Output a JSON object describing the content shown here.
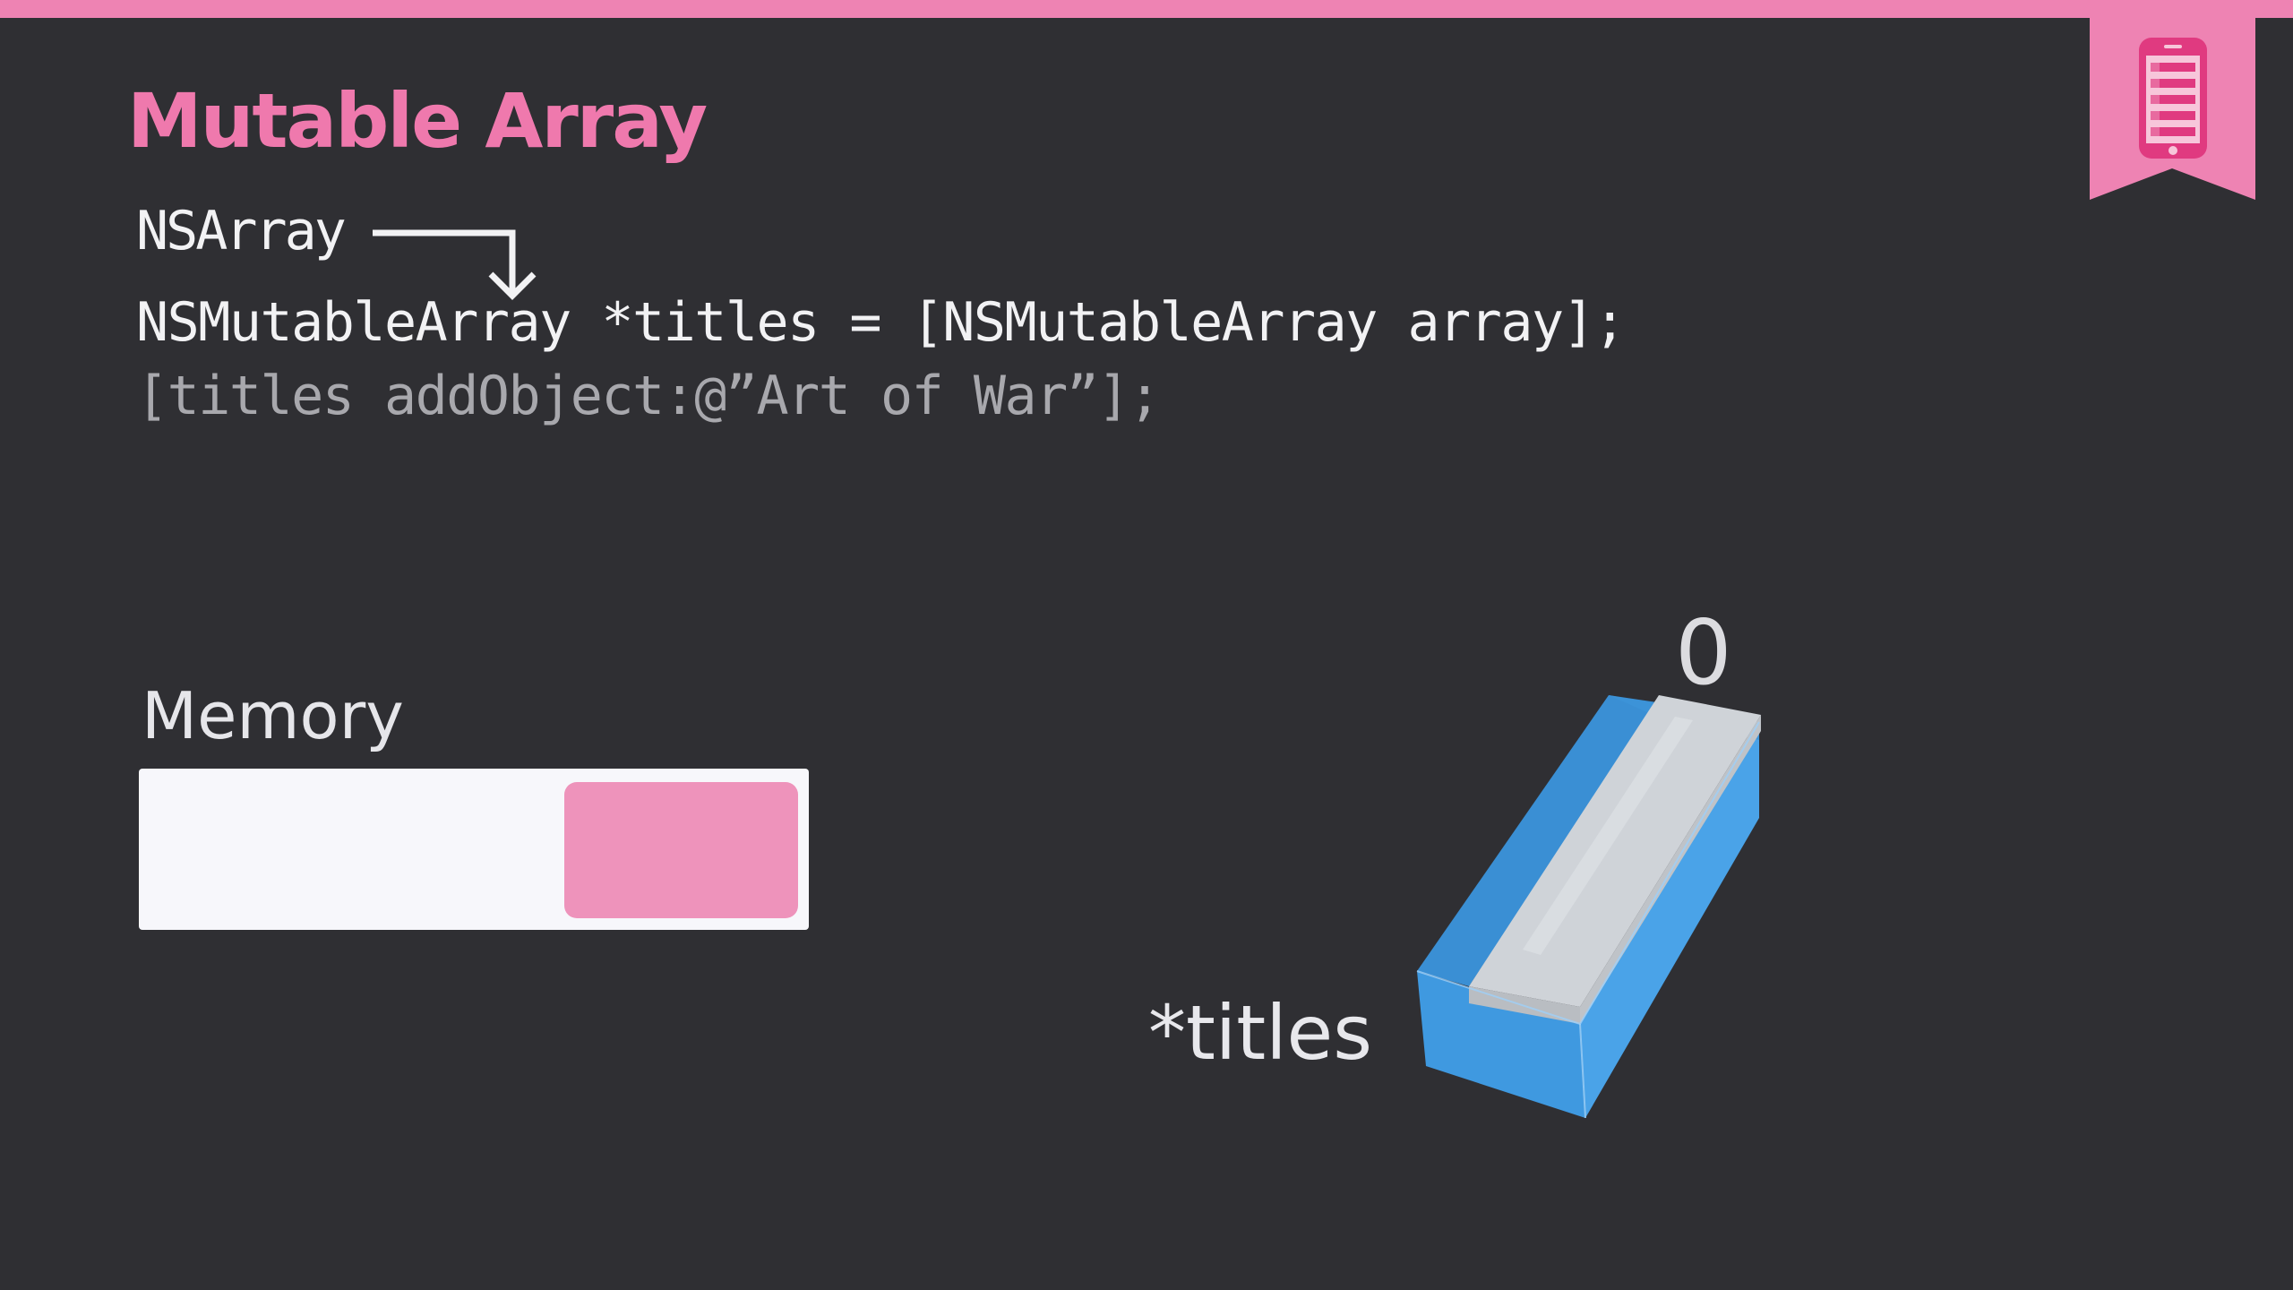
{
  "slide": {
    "title": "Mutable Array",
    "code": {
      "nsarray": "NSArray",
      "line1": "NSMutableArray *titles = [NSMutableArray array];",
      "line2": "[titles addObject:@”Art of War”];"
    },
    "memory": {
      "label": "Memory",
      "used_fraction": 0.36
    },
    "diagram": {
      "index_label": "0",
      "pointer_label": "*titles"
    },
    "colors": {
      "accent": "#ef79ad",
      "background": "#2f2f33",
      "box_blue": "#3f99e0"
    },
    "icons": [
      "bookmark-ribbon-icon",
      "phone-list-icon",
      "down-arrow-icon"
    ]
  }
}
